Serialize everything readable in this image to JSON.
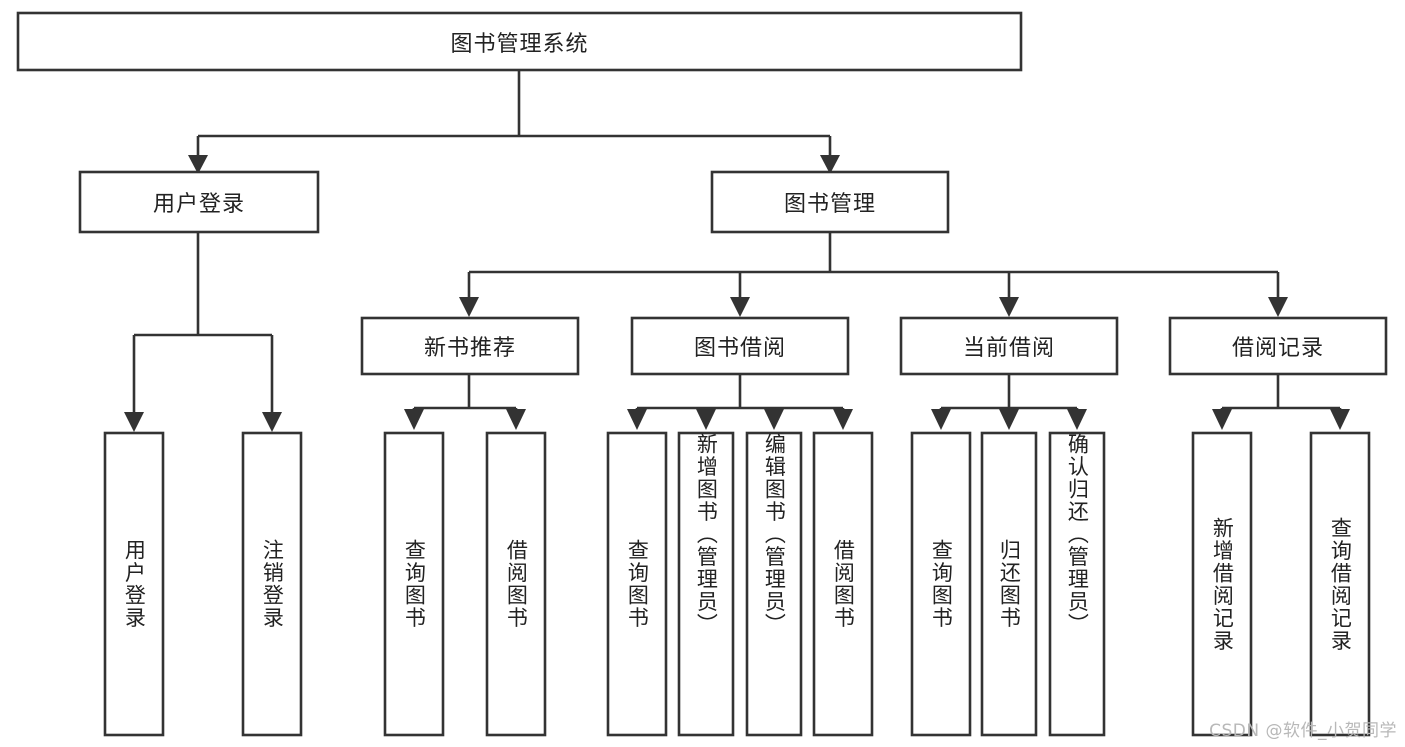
{
  "diagram": {
    "type": "tree-hierarchy",
    "title": "图书管理系统",
    "watermark": "CSDN @软件_小贺同学",
    "colors": {
      "stroke": "#333333",
      "box_fill": "#ffffff",
      "text": "#222222",
      "background": "#ffffff",
      "watermark": "#b8b8b8"
    },
    "root": {
      "id": "root",
      "label": "图书管理系统",
      "orientation": "horizontal"
    },
    "level2": [
      {
        "id": "user-login",
        "label": "用户登录",
        "orientation": "horizontal"
      },
      {
        "id": "book-manage",
        "label": "图书管理",
        "orientation": "horizontal"
      }
    ],
    "level3": [
      {
        "id": "new-book-recommend",
        "label": "新书推荐",
        "orientation": "horizontal",
        "parent": "book-manage"
      },
      {
        "id": "book-borrow",
        "label": "图书借阅",
        "orientation": "horizontal",
        "parent": "book-manage"
      },
      {
        "id": "current-borrow",
        "label": "当前借阅",
        "orientation": "horizontal",
        "parent": "book-manage"
      },
      {
        "id": "borrow-record",
        "label": "借阅记录",
        "orientation": "horizontal",
        "parent": "book-manage"
      }
    ],
    "leaves": [
      {
        "id": "leaf-user-login",
        "label": "用户登录",
        "parent": "user-login",
        "orientation": "vertical"
      },
      {
        "id": "leaf-user-logout",
        "label": "注销登录",
        "parent": "user-login",
        "orientation": "vertical"
      },
      {
        "id": "leaf-query-book-1",
        "label": "查询图书",
        "parent": "new-book-recommend",
        "orientation": "vertical"
      },
      {
        "id": "leaf-borrow-book-1",
        "label": "借阅图书",
        "parent": "new-book-recommend",
        "orientation": "vertical"
      },
      {
        "id": "leaf-query-book-2",
        "label": "查询图书",
        "parent": "book-borrow",
        "orientation": "vertical"
      },
      {
        "id": "leaf-add-book",
        "label": "新增图书（管理员）",
        "parent": "book-borrow",
        "orientation": "vertical"
      },
      {
        "id": "leaf-edit-book",
        "label": "编辑图书（管理员）",
        "parent": "book-borrow",
        "orientation": "vertical"
      },
      {
        "id": "leaf-borrow-book-2",
        "label": "借阅图书",
        "parent": "book-borrow",
        "orientation": "vertical"
      },
      {
        "id": "leaf-query-book-3",
        "label": "查询图书",
        "parent": "current-borrow",
        "orientation": "vertical"
      },
      {
        "id": "leaf-return-book",
        "label": "归还图书",
        "parent": "current-borrow",
        "orientation": "vertical"
      },
      {
        "id": "leaf-confirm-return",
        "label": "确认归还（管理员）",
        "parent": "current-borrow",
        "orientation": "vertical"
      },
      {
        "id": "leaf-add-record",
        "label": "新增借阅记录",
        "parent": "borrow-record",
        "orientation": "vertical"
      },
      {
        "id": "leaf-query-record",
        "label": "查询借阅记录",
        "parent": "borrow-record",
        "orientation": "vertical"
      }
    ]
  }
}
